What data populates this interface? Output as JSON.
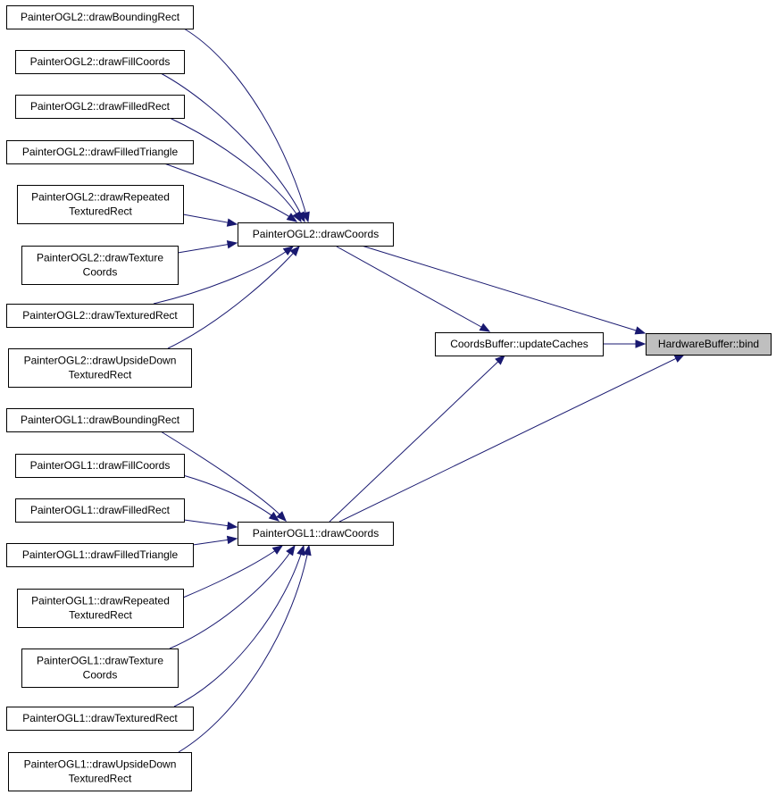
{
  "graph": {
    "nodes": [
      {
        "id": "hb_bind",
        "lines": [
          "HardwareBuffer::bind"
        ],
        "focus": true
      },
      {
        "id": "cb_update",
        "lines": [
          "CoordsBuffer::updateCaches"
        ]
      },
      {
        "id": "ogl2_drawcoords",
        "lines": [
          "PainterOGL2::drawCoords"
        ]
      },
      {
        "id": "ogl1_drawcoords",
        "lines": [
          "PainterOGL1::drawCoords"
        ]
      },
      {
        "id": "ogl2_boundingrect",
        "lines": [
          "PainterOGL2::drawBoundingRect"
        ]
      },
      {
        "id": "ogl2_fillcoords",
        "lines": [
          "PainterOGL2::drawFillCoords"
        ]
      },
      {
        "id": "ogl2_filledrect",
        "lines": [
          "PainterOGL2::drawFilledRect"
        ]
      },
      {
        "id": "ogl2_filledtriangle",
        "lines": [
          "PainterOGL2::drawFilledTriangle"
        ]
      },
      {
        "id": "ogl2_repeatedtexturedrect",
        "lines": [
          "PainterOGL2::drawRepeated",
          "TexturedRect"
        ]
      },
      {
        "id": "ogl2_texturecoords",
        "lines": [
          "PainterOGL2::drawTexture",
          "Coords"
        ]
      },
      {
        "id": "ogl2_texturedrect",
        "lines": [
          "PainterOGL2::drawTexturedRect"
        ]
      },
      {
        "id": "ogl2_upsidedowntexturedrect",
        "lines": [
          "PainterOGL2::drawUpsideDown",
          "TexturedRect"
        ]
      },
      {
        "id": "ogl1_boundingrect",
        "lines": [
          "PainterOGL1::drawBoundingRect"
        ]
      },
      {
        "id": "ogl1_fillcoords",
        "lines": [
          "PainterOGL1::drawFillCoords"
        ]
      },
      {
        "id": "ogl1_filledrect",
        "lines": [
          "PainterOGL1::drawFilledRect"
        ]
      },
      {
        "id": "ogl1_filledtriangle",
        "lines": [
          "PainterOGL1::drawFilledTriangle"
        ]
      },
      {
        "id": "ogl1_repeatedtexturedrect",
        "lines": [
          "PainterOGL1::drawRepeated",
          "TexturedRect"
        ]
      },
      {
        "id": "ogl1_texturecoords",
        "lines": [
          "PainterOGL1::drawTexture",
          "Coords"
        ]
      },
      {
        "id": "ogl1_texturedrect",
        "lines": [
          "PainterOGL1::drawTexturedRect"
        ]
      },
      {
        "id": "ogl1_upsidedowntexturedrect",
        "lines": [
          "PainterOGL1::drawUpsideDown",
          "TexturedRect"
        ]
      }
    ],
    "edges": [
      {
        "from": "cb_update",
        "to": "hb_bind"
      },
      {
        "from": "ogl2_drawcoords",
        "to": "hb_bind"
      },
      {
        "from": "ogl2_drawcoords",
        "to": "cb_update"
      },
      {
        "from": "ogl1_drawcoords",
        "to": "hb_bind"
      },
      {
        "from": "ogl1_drawcoords",
        "to": "cb_update"
      },
      {
        "from": "ogl2_boundingrect",
        "to": "ogl2_drawcoords"
      },
      {
        "from": "ogl2_fillcoords",
        "to": "ogl2_drawcoords"
      },
      {
        "from": "ogl2_filledrect",
        "to": "ogl2_drawcoords"
      },
      {
        "from": "ogl2_filledtriangle",
        "to": "ogl2_drawcoords"
      },
      {
        "from": "ogl2_repeatedtexturedrect",
        "to": "ogl2_drawcoords"
      },
      {
        "from": "ogl2_texturecoords",
        "to": "ogl2_drawcoords"
      },
      {
        "from": "ogl2_texturedrect",
        "to": "ogl2_drawcoords"
      },
      {
        "from": "ogl2_upsidedowntexturedrect",
        "to": "ogl2_drawcoords"
      },
      {
        "from": "ogl1_boundingrect",
        "to": "ogl1_drawcoords"
      },
      {
        "from": "ogl1_fillcoords",
        "to": "ogl1_drawcoords"
      },
      {
        "from": "ogl1_filledrect",
        "to": "ogl1_drawcoords"
      },
      {
        "from": "ogl1_filledtriangle",
        "to": "ogl1_drawcoords"
      },
      {
        "from": "ogl1_repeatedtexturedrect",
        "to": "ogl1_drawcoords"
      },
      {
        "from": "ogl1_texturecoords",
        "to": "ogl1_drawcoords"
      },
      {
        "from": "ogl1_texturedrect",
        "to": "ogl1_drawcoords"
      },
      {
        "from": "ogl1_upsidedowntexturedrect",
        "to": "ogl1_drawcoords"
      }
    ],
    "colors": {
      "edge": "#191970",
      "node_border": "#000000",
      "node_fill": "#ffffff",
      "focus_fill": "#bfbfbf"
    }
  }
}
